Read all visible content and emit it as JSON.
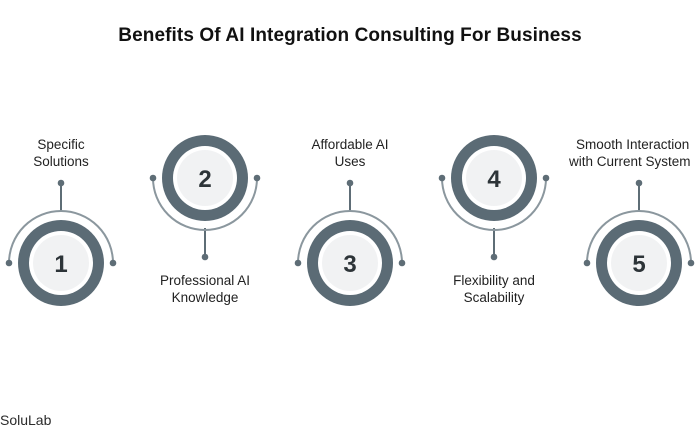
{
  "title": "Benefits Of AI Integration Consulting For Business",
  "colors": {
    "ring": "#5b6b75",
    "track": "#8b979e",
    "line": "#5e6d76",
    "inner": "#f1f2f3",
    "number": "#2d3438"
  },
  "steps": [
    {
      "number": "1",
      "label_lines": [
        "Specific",
        "Solutions"
      ]
    },
    {
      "number": "2",
      "label_lines": [
        "Professional AI",
        "Knowledge"
      ]
    },
    {
      "number": "3",
      "label_lines": [
        "Affordable AI",
        "Uses"
      ]
    },
    {
      "number": "4",
      "label_lines": [
        "Flexibility and",
        "Scalability"
      ]
    },
    {
      "number": "5",
      "label_lines": [
        "Smooth Interaction",
        "with Current System"
      ]
    }
  ],
  "brand": "SoluLab"
}
